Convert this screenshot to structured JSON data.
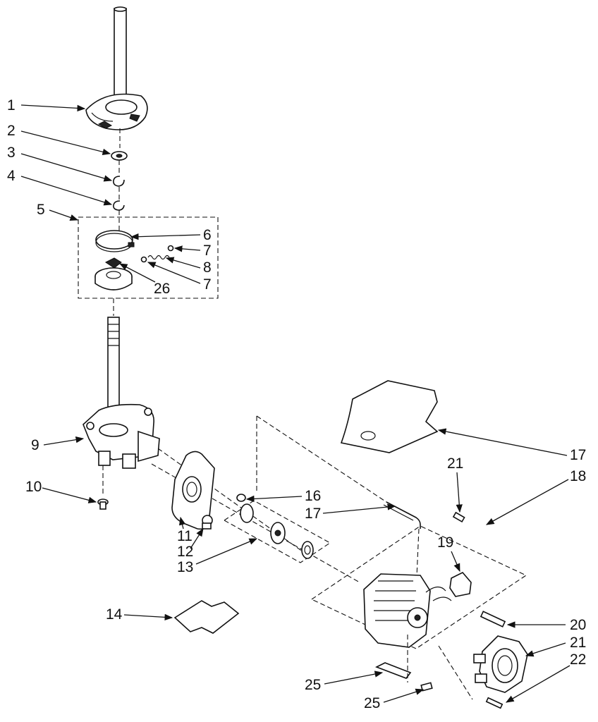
{
  "callouts": [
    {
      "id": "c1",
      "label": "1"
    },
    {
      "id": "c2",
      "label": "2"
    },
    {
      "id": "c3",
      "label": "3"
    },
    {
      "id": "c4",
      "label": "4"
    },
    {
      "id": "c5",
      "label": "5"
    },
    {
      "id": "c6",
      "label": "6"
    },
    {
      "id": "c7a",
      "label": "7"
    },
    {
      "id": "c8",
      "label": "8"
    },
    {
      "id": "c7b",
      "label": "7"
    },
    {
      "id": "c26",
      "label": "26"
    },
    {
      "id": "c9",
      "label": "9"
    },
    {
      "id": "c10",
      "label": "10"
    },
    {
      "id": "c11",
      "label": "11"
    },
    {
      "id": "c12",
      "label": "12"
    },
    {
      "id": "c13",
      "label": "13"
    },
    {
      "id": "c14",
      "label": "14"
    },
    {
      "id": "c16",
      "label": "16"
    },
    {
      "id": "c17a",
      "label": "17"
    },
    {
      "id": "c17b",
      "label": "17"
    },
    {
      "id": "c18",
      "label": "18"
    },
    {
      "id": "c19",
      "label": "19"
    },
    {
      "id": "c20",
      "label": "20"
    },
    {
      "id": "c21a",
      "label": "21"
    },
    {
      "id": "c22",
      "label": "22"
    },
    {
      "id": "c21b",
      "label": "21"
    },
    {
      "id": "c25a",
      "label": "25"
    },
    {
      "id": "c25b",
      "label": "25"
    }
  ]
}
